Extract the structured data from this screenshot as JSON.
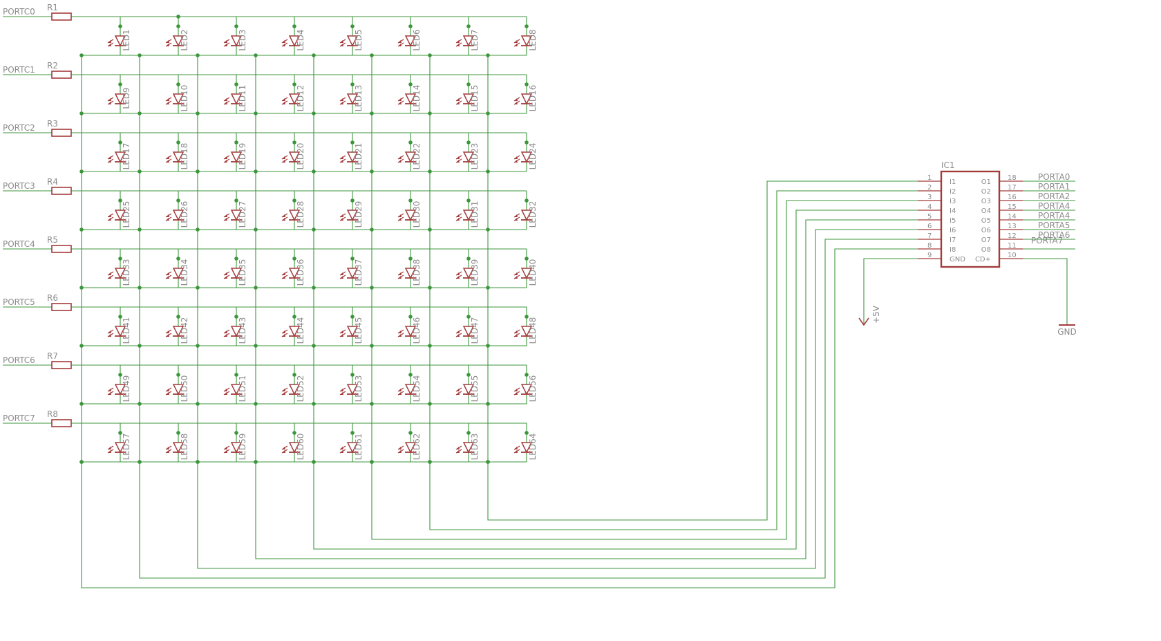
{
  "colors": {
    "wire": "#3c963c",
    "component": "#a33b3b",
    "text": "#8c8c8c",
    "background": "#ffffff"
  },
  "ports_c": [
    "PORTC0",
    "PORTC1",
    "PORTC2",
    "PORTC3",
    "PORTC4",
    "PORTC5",
    "PORTC6",
    "PORTC7"
  ],
  "resistors": [
    "R1",
    "R2",
    "R3",
    "R4",
    "R5",
    "R6",
    "R7",
    "R8"
  ],
  "leds": [
    "LED1",
    "LED2",
    "LED3",
    "LED4",
    "LED5",
    "LED6",
    "LED7",
    "LED8",
    "LED9",
    "LED10",
    "LED11",
    "LED12",
    "LED13",
    "LED14",
    "LED15",
    "LED16",
    "LED17",
    "LED18",
    "LED19",
    "LED20",
    "LED21",
    "LED22",
    "LED23",
    "LED24",
    "LED25",
    "LED26",
    "LED27",
    "LED28",
    "LED29",
    "LED30",
    "LED31",
    "LED32",
    "LED33",
    "LED34",
    "LED35",
    "LED36",
    "LED37",
    "LED38",
    "LED39",
    "LED40",
    "LED41",
    "LED42",
    "LED43",
    "LED44",
    "LED45",
    "LED46",
    "LED47",
    "LED48",
    "LED49",
    "LED50",
    "LED51",
    "LED52",
    "LED53",
    "LED54",
    "LED55",
    "LED56",
    "LED57",
    "LED58",
    "LED59",
    "LED60",
    "LED61",
    "LED62",
    "LED63",
    "LED64"
  ],
  "ic": {
    "name": "IC1",
    "left_pins": [
      {
        "num": "1",
        "name": "I1"
      },
      {
        "num": "2",
        "name": "I2"
      },
      {
        "num": "3",
        "name": "I3"
      },
      {
        "num": "4",
        "name": "I4"
      },
      {
        "num": "5",
        "name": "I5"
      },
      {
        "num": "6",
        "name": "I6"
      },
      {
        "num": "7",
        "name": "I7"
      },
      {
        "num": "8",
        "name": "I8"
      },
      {
        "num": "9",
        "name": "GND"
      }
    ],
    "right_pins": [
      {
        "num": "18",
        "name": "O1",
        "net": "PORTA0"
      },
      {
        "num": "17",
        "name": "O2",
        "net": "PORTA1"
      },
      {
        "num": "16",
        "name": "O3",
        "net": "PORTA2"
      },
      {
        "num": "15",
        "name": "O4",
        "net": "PORTA4"
      },
      {
        "num": "14",
        "name": "O5",
        "net": "PORTA4"
      },
      {
        "num": "13",
        "name": "O6",
        "net": "PORTA5"
      },
      {
        "num": "12",
        "name": "O7",
        "net": "PORTA6"
      },
      {
        "num": "11",
        "name": "O8",
        "net": "PORTA7"
      },
      {
        "num": "10",
        "name": "CD+",
        "net": ""
      }
    ]
  },
  "supply_label": "+5V",
  "gnd_label": "GND"
}
